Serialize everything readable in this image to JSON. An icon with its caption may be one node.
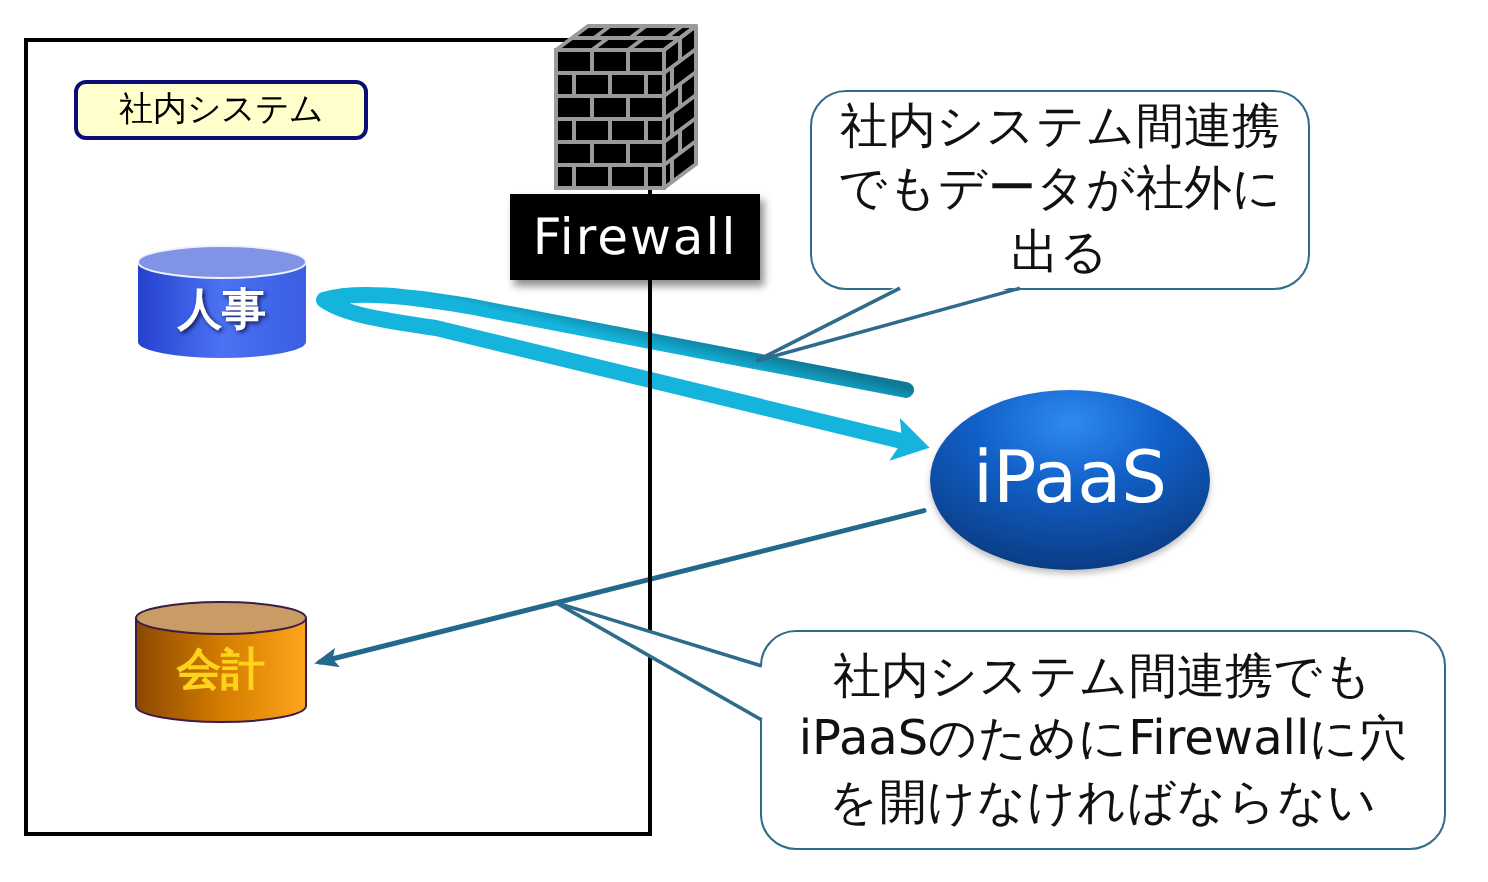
{
  "diagram": {
    "nodes": [
      {
        "text": [],
        "shape": "box"
      },
      {
        "text": [
          "社内システム"
        ],
        "in": 0
      },
      {
        "text": [
          "人事"
        ],
        "in": 0
      },
      {
        "text": [
          "会計"
        ],
        "in": 0
      },
      {
        "text": [
          "Firewall"
        ]
      },
      {
        "text": [
          "社内システム間連携でもデータが社外に出る"
        ]
      },
      {
        "text": [
          "iPaaS"
        ]
      },
      {
        "text": [
          "社内システム間連携でもiPaaSのためにFirewallに穴を開けなければならない"
        ]
      }
    ],
    "edges": [
      {
        "from": 2,
        "to": 6,
        "arrow": "to",
        "style": "thick",
        "color": "#14b4dc"
      },
      {
        "from": 6,
        "to": 3,
        "arrow": "to",
        "color": "#23698c"
      }
    ]
  }
}
